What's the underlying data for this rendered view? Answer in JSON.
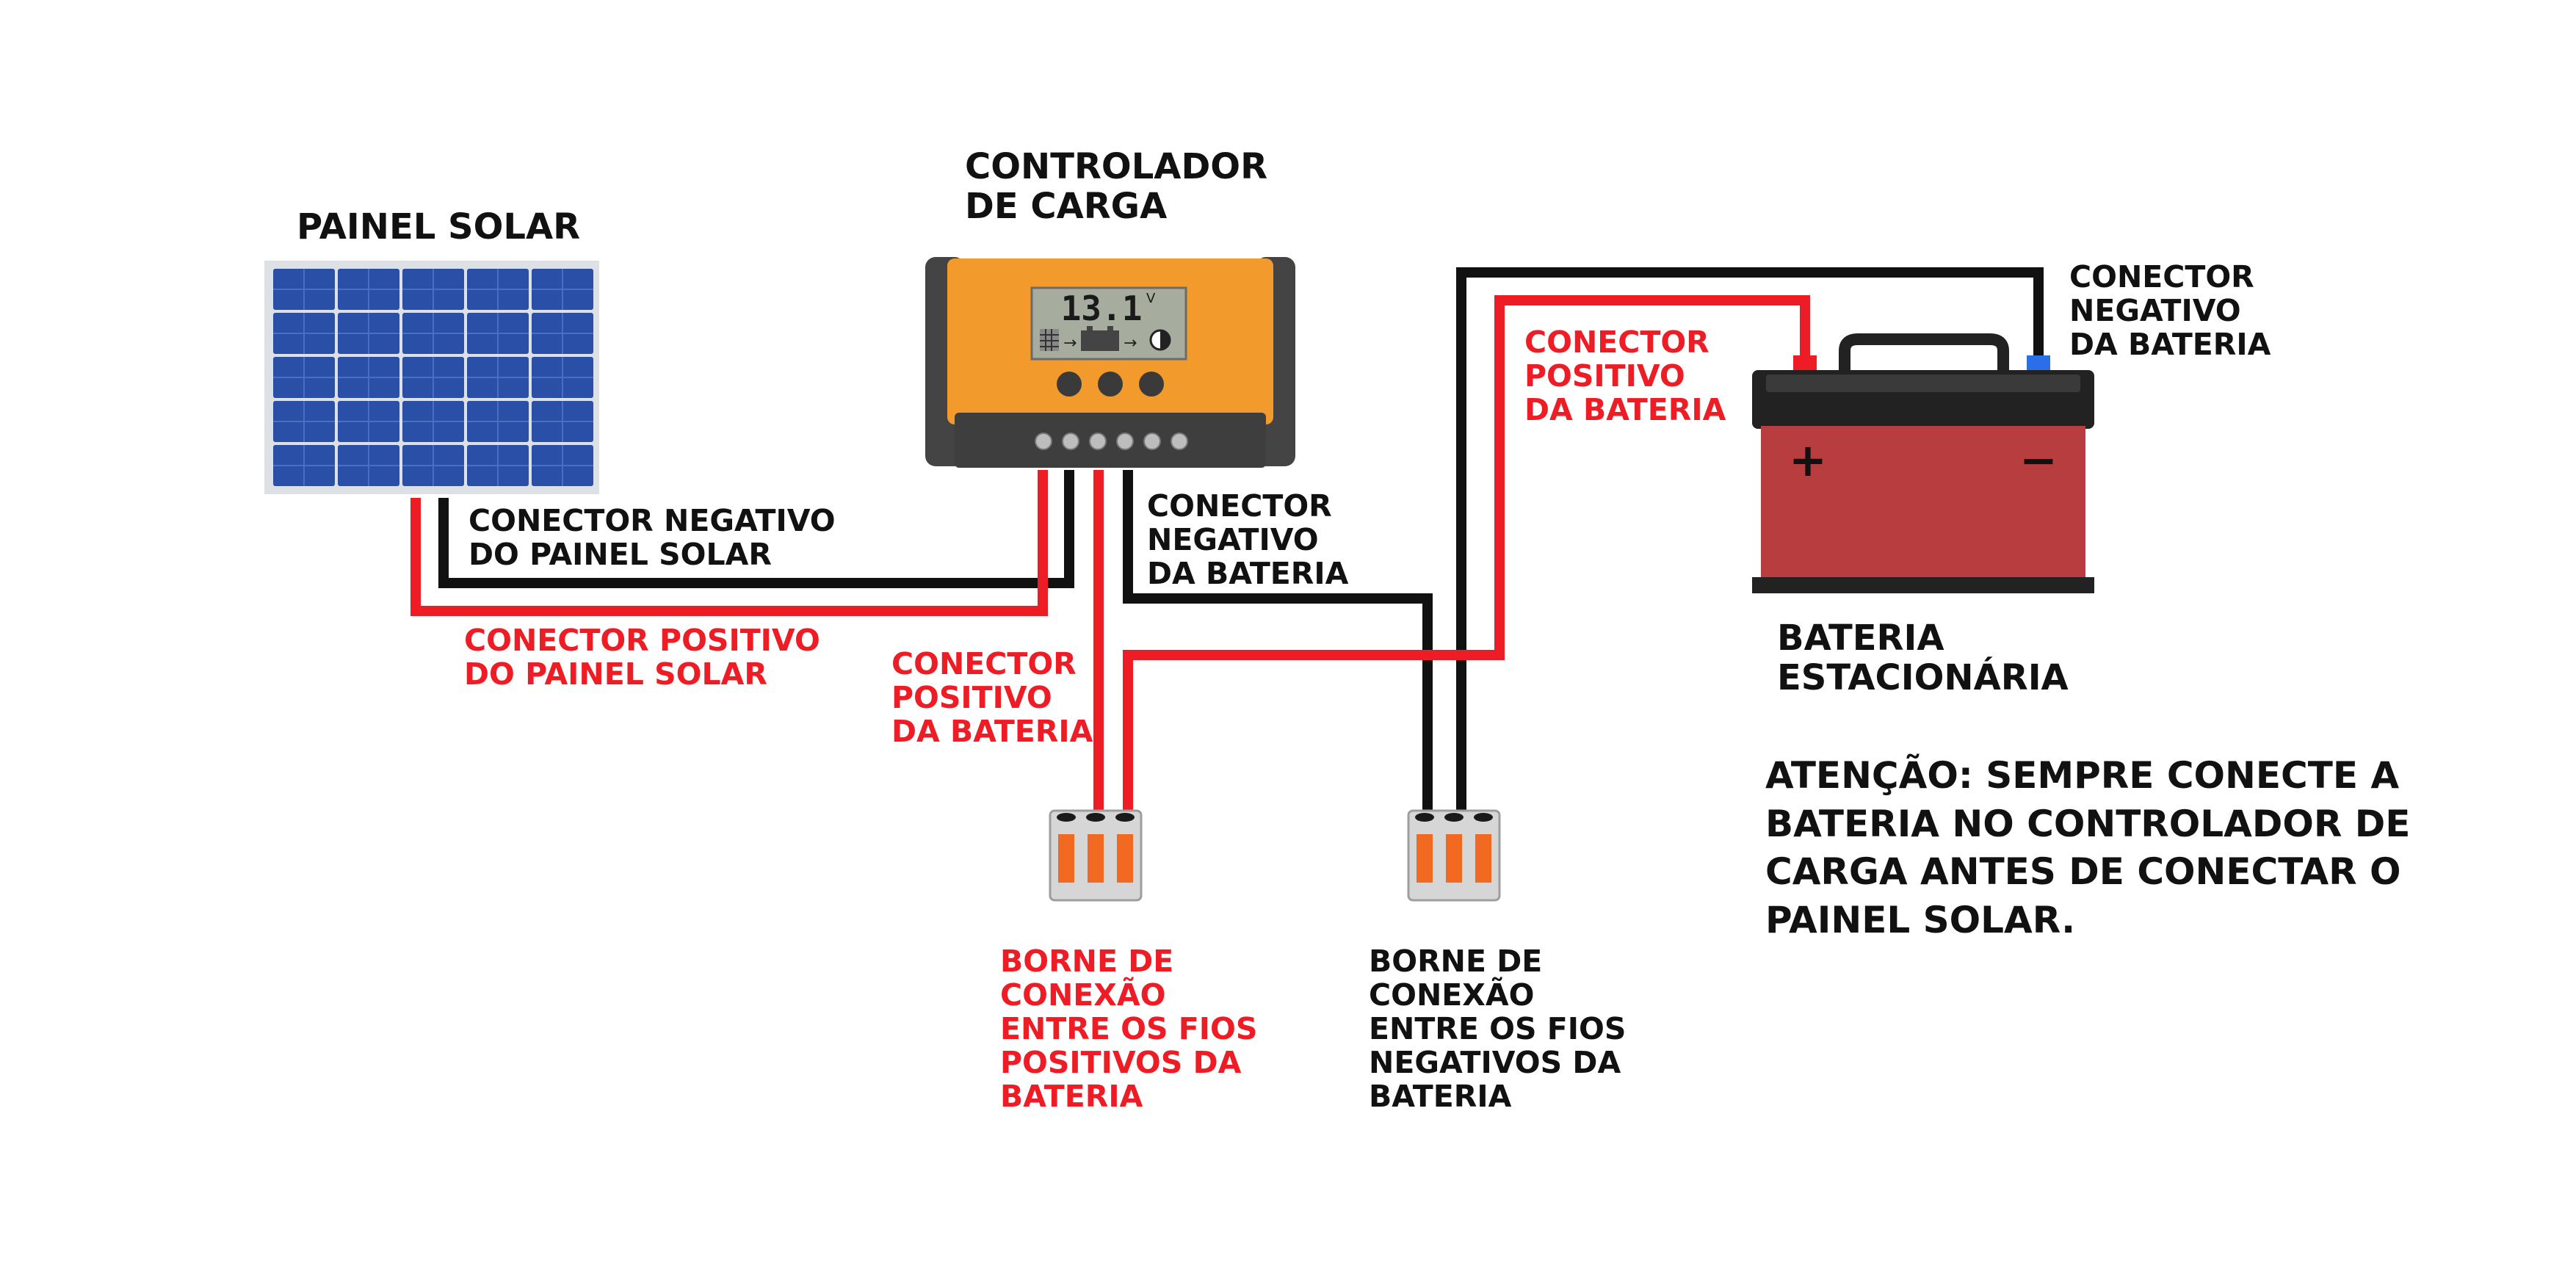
{
  "colors": {
    "positive_wire": "#ee1c24",
    "negative_wire": "#111111",
    "panel_cell": "#2a4fa6",
    "controller_body": "#f39a2d",
    "battery_body": "#b83d3f",
    "label_red": "#ee1c24",
    "label_black": "#111111"
  },
  "panel": {
    "title": "PAINEL SOLAR",
    "neg_label": [
      "CONECTOR NEGATIVO",
      "DO PAINEL SOLAR"
    ],
    "pos_label": [
      "CONECTOR POSITIVO",
      "DO PAINEL SOLAR"
    ]
  },
  "controller": {
    "title": [
      "CONTROLADOR",
      "DE CARGA"
    ],
    "display_value": "13.1",
    "display_unit": "V",
    "batt_pos_label": [
      "CONECTOR",
      "POSITIVO",
      "DA BATERIA"
    ],
    "batt_neg_label": [
      "CONECTOR",
      "NEGATIVO",
      "DA BATERIA"
    ]
  },
  "battery": {
    "title": [
      "BATERIA",
      "ESTACIONÁRIA"
    ],
    "pos_symbol": "+",
    "neg_symbol": "−",
    "pos_label": [
      "CONECTOR",
      "POSITIVO",
      "DA BATERIA"
    ],
    "neg_label": [
      "CONECTOR",
      "NEGATIVO",
      "DA BATERIA"
    ]
  },
  "terminals": {
    "positive_label": [
      "BORNE DE",
      "CONEXÃO",
      "ENTRE OS FIOS",
      "POSITIVOS DA",
      "BATERIA"
    ],
    "negative_label": [
      "BORNE DE",
      "CONEXÃO",
      "ENTRE OS FIOS",
      "NEGATIVOS DA",
      "BATERIA"
    ]
  },
  "warning": [
    "ATENÇÃO: SEMPRE CONECTE A",
    "BATERIA NO CONTROLADOR  DE",
    "CARGA ANTES DE CONECTAR O",
    "PAINEL SOLAR."
  ]
}
